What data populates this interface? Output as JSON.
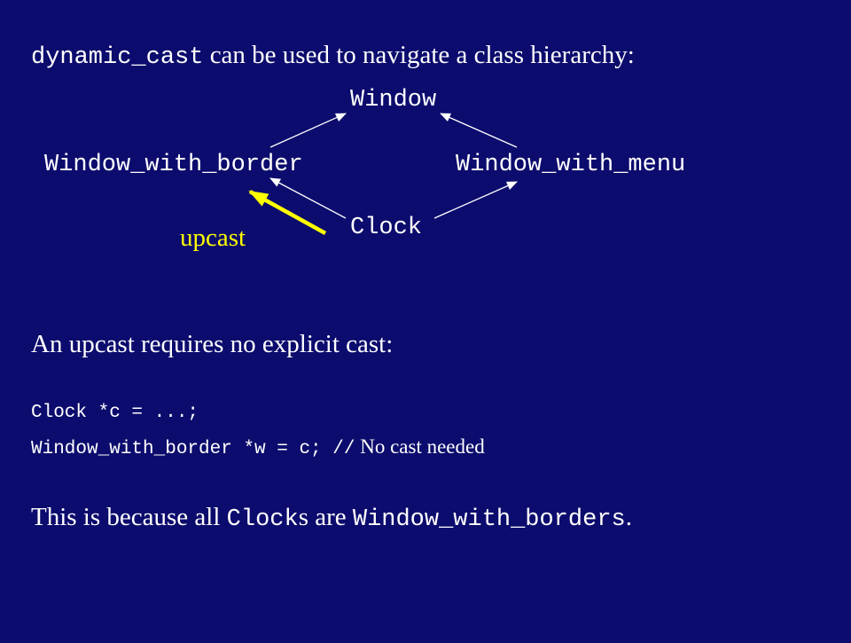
{
  "heading": {
    "code": "dynamic_cast",
    "text": " can be used to navigate a class hierarchy:"
  },
  "diagram": {
    "nodes": {
      "window": "Window",
      "border": "Window_with_border",
      "menu": "Window_with_menu",
      "clock": "Clock"
    },
    "upcast_label": "upcast",
    "colors": {
      "arrow": "#ffffff",
      "upcast_arrow": "#ffff00",
      "upcast_label": "#ffff00"
    }
  },
  "para1": "An upcast requires no explicit cast:",
  "code": {
    "line1": "Clock *c = ...;",
    "line2_code": "Window_with_border *w = c; //",
    "line2_comment": " No cast needed"
  },
  "para2": {
    "t1": "This is because all ",
    "c1": "Clock",
    "t2": "s are ",
    "c2": "Window_with_border",
    "t3": "s",
    "t4": "."
  },
  "colors": {
    "background": "#0c0c6e",
    "text": "#ffffff"
  }
}
